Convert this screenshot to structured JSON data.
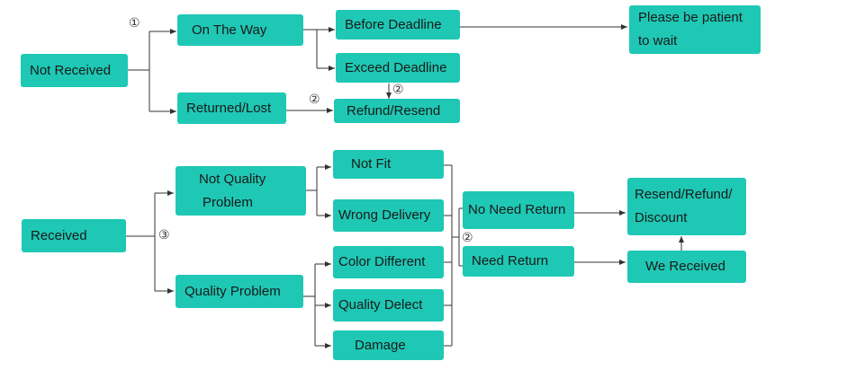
{
  "nodes": {
    "not_received": "Not Received",
    "on_the_way": "On The Way",
    "returned_lost": "Returned/Lost",
    "before_deadline": "Before Deadline",
    "exceed_deadline": "Exceed Deadline",
    "refund_resend": "Refund/Resend",
    "please_wait_line1": "Please be patient",
    "please_wait_line2": "to wait",
    "received": "Received",
    "not_quality_line1": "Not Quality",
    "not_quality_line2": "Problem",
    "quality_problem": "Quality Problem",
    "not_fit": "Not Fit",
    "wrong_delivery": "Wrong Delivery",
    "color_different": "Color Different",
    "quality_delect": "Quality Delect",
    "damage": "Damage",
    "no_need_return": "No Need Return",
    "need_return": "Need Return",
    "resend_line1": "Resend/Refund/",
    "resend_line2": "Discount",
    "we_received": "We Received"
  },
  "markers": {
    "m1": "①",
    "m2a": "②",
    "m2b": "②",
    "m2c": "②",
    "m3": "③"
  },
  "colors": {
    "box": "#1ec8b4",
    "line": "#333333"
  }
}
